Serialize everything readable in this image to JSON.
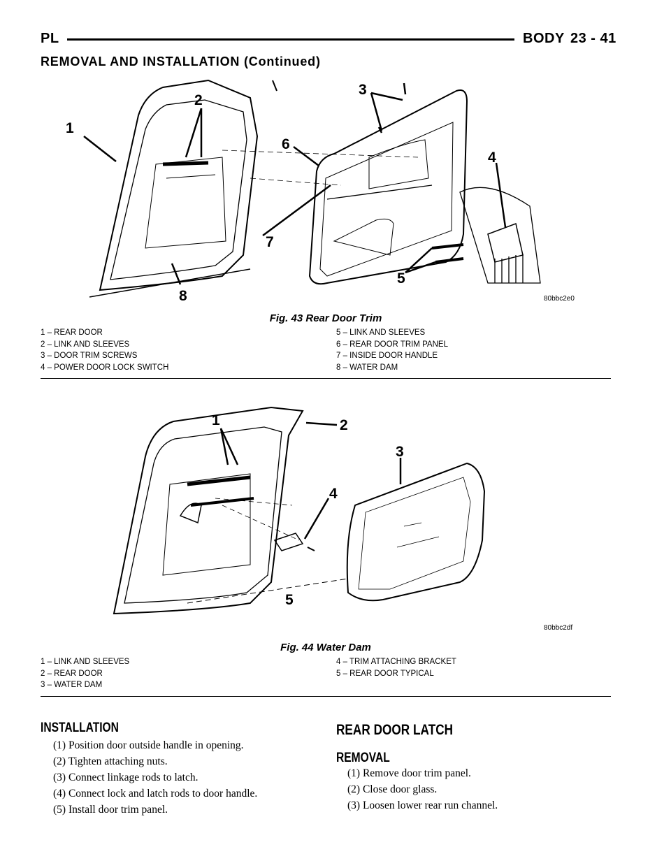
{
  "header": {
    "left": "PL",
    "section": "BODY",
    "page": "23 - 41"
  },
  "subtitle": "REMOVAL AND INSTALLATION (Continued)",
  "fig43": {
    "code": "80bbc2e0",
    "caption": "Fig. 43 Rear Door Trim",
    "callouts": [
      "1",
      "2",
      "3",
      "4",
      "5",
      "6",
      "7",
      "8"
    ],
    "legend_left": [
      "1 – REAR DOOR",
      "2 – LINK AND SLEEVES",
      "3 – DOOR TRIM SCREWS",
      "4 – POWER DOOR LOCK SWITCH"
    ],
    "legend_right": [
      "5 – LINK AND SLEEVES",
      "6 – REAR DOOR TRIM PANEL",
      "7 – INSIDE DOOR HANDLE",
      "8 – WATER DAM"
    ]
  },
  "fig44": {
    "code": "80bbc2df",
    "caption": "Fig. 44 Water Dam",
    "callouts": [
      "1",
      "2",
      "3",
      "4",
      "5"
    ],
    "legend_left": [
      "1 – LINK AND SLEEVES",
      "2 – REAR DOOR",
      "3 – WATER DAM"
    ],
    "legend_right": [
      "4 – TRIM ATTACHING BRACKET",
      "5 – REAR DOOR TYPICAL"
    ]
  },
  "installation": {
    "heading": "INSTALLATION",
    "steps": [
      "(1) Position door outside handle in opening.",
      "(2) Tighten attaching nuts.",
      "(3) Connect linkage rods to latch.",
      "(4) Connect lock and latch rods to door handle.",
      "(5) Install door trim panel."
    ]
  },
  "rear_latch": {
    "heading": "REAR DOOR LATCH",
    "removal_heading": "REMOVAL",
    "steps": [
      "(1) Remove door trim panel.",
      "(2) Close door glass.",
      "(3) Loosen lower rear run channel."
    ]
  }
}
